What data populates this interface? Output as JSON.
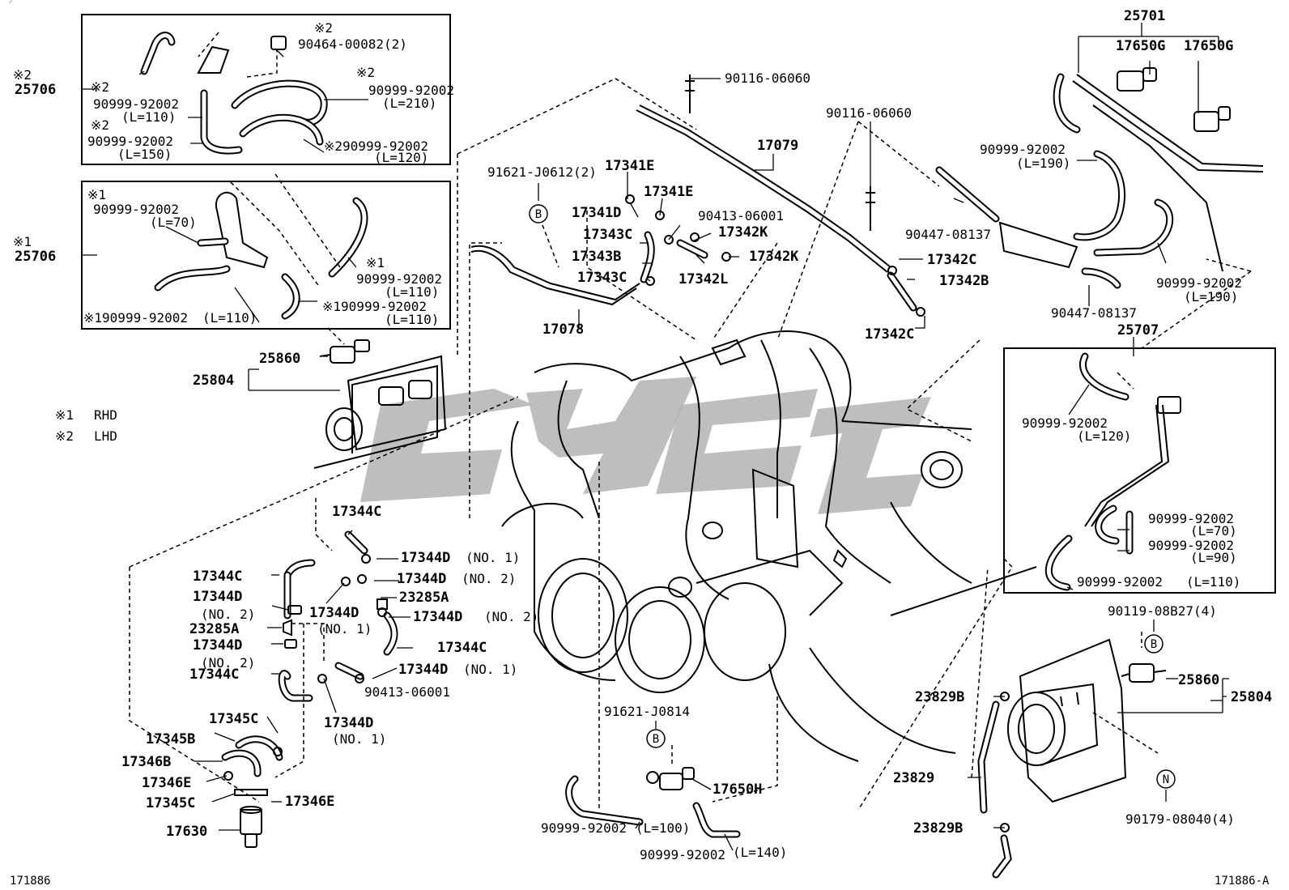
{
  "title": "",
  "notes": {
    "rhd_mark": "※1",
    "rhd_text": "RHD",
    "lhd_mark": "※2",
    "lhd_text": "LHD"
  },
  "watermark": "cyct",
  "footer": {
    "left_code": "171886",
    "right_code": "171886-A"
  },
  "callouts": {
    "B": "B",
    "N": "N"
  },
  "labels": {
    "p25706_lhd": "25706",
    "p25706_rhd": "25706",
    "m2_top": "※2",
    "p90464": "90464-00082(2)",
    "m2_a": "※2",
    "h_lhd_210": "90999-92002",
    "h_lhd_210_len": "(L=210)",
    "m2_b": "※2",
    "h_lhd_110": "90999-92002",
    "h_lhd_110_len": "(L=110)",
    "m2_c": "※2",
    "h_lhd_150": "90999-92002",
    "h_lhd_150_len": "(L=150)",
    "h_lhd_120": "※290999-92002",
    "h_lhd_120_len": "(L=120)",
    "m2_left": "※2",
    "m1_left": "※1",
    "m1_a": "※1",
    "h_rhd_70": "90999-92002",
    "h_rhd_70_len": "(L=70)",
    "m1_b": "※1",
    "h_rhd_110a": "90999-92002",
    "h_rhd_110a_len": "(L=110)",
    "h_rhd_110b": "※190999-92002",
    "h_rhd_110b_len": "(L=110)",
    "h_rhd_110c": "※190999-92002",
    "h_rhd_110c_len": "(L=110)",
    "p25804_l": "25804",
    "p25860_l": "25860",
    "p90116_a": "90116-06060",
    "p90116_b": "90116-06060",
    "p17079": "17079",
    "p91621_j0612": "91621-J0612(2)",
    "p17341e_a": "17341E",
    "p17341e_b": "17341E",
    "p17341d": "17341D",
    "p90413_a": "90413-06001",
    "p17342k_a": "17342K",
    "p17343c_a": "17343C",
    "p17343b": "17343B",
    "p17342k_b": "17342K",
    "p17343c_b": "17343C",
    "p17342l": "17342L",
    "p17078": "17078",
    "p90447_a": "90447-08137",
    "p17342c_a": "17342C",
    "p17342b": "17342B",
    "p17342c_b": "17342C",
    "p90447_b": "90447-08137",
    "p25701": "25701",
    "p17650g_a": "17650G",
    "p17650g_b": "17650G",
    "h_190a": "90999-92002",
    "h_190a_len": "(L=190)",
    "h_190b": "90999-92002",
    "h_190b_len": "(L=190)",
    "p25707": "25707",
    "h_120": "90999-92002",
    "h_120_len": "(L=120)",
    "h_70": "90999-92002",
    "h_70_len": "(L=70)",
    "h_90": "90999-92002",
    "h_90_len": "(L=90)",
    "h_110_r": "90999-92002",
    "h_110_r_len": "(L=110)",
    "p90119": "90119-08B27(4)",
    "p25860_r": "25860",
    "p25804_r": "25804",
    "p23829b_a": "23829B",
    "p23829": "23829",
    "p23829b_b": "23829B",
    "p90179": "90179-08040(4)",
    "p91621_j0814": "91621-J0814",
    "p17650h": "17650H",
    "h_100": "90999-92002",
    "h_100_len": "(L=100)",
    "h_140": "90999-92002",
    "h_140_len": "(L=140)",
    "p17344c_a": "17344C",
    "p17344d_no1_a": "17344D",
    "p17344d_no1_a_note": "(NO. 1)",
    "p17344d_no2_a": "17344D",
    "p17344d_no2_a_note": "(NO. 2)",
    "p23285a_a": "23285A",
    "p17344d_no2_b": "17344D",
    "p17344d_no2_b_note": "(NO. 2)",
    "p17344c_b": "17344C",
    "p17344d_no1_b": "17344D",
    "p17344d_no1_b_note": "(NO. 1)",
    "p17344c_c": "17344C",
    "p17344d_l1": "17344D",
    "p17344d_l1_note": "(NO. 2)",
    "p23285a_b": "23285A",
    "p17344d_l2": "17344D",
    "p17344d_l2_note": "(NO. 2)",
    "p17344c_d": "17344C",
    "p17344d_no1_c": "17344D",
    "p17344d_no1_c_note": "(NO. 1)",
    "p90413_b": "90413-06001",
    "p17344d_no1_d": "17344D",
    "p17344d_no1_d_note": "(NO. 1)",
    "p17345c_a": "17345C",
    "p17345b": "17345B",
    "p17346b": "17346B",
    "p17346e_a": "17346E",
    "p17345c_b": "17345C",
    "p17346e_b": "17346E",
    "p17630": "17630"
  }
}
